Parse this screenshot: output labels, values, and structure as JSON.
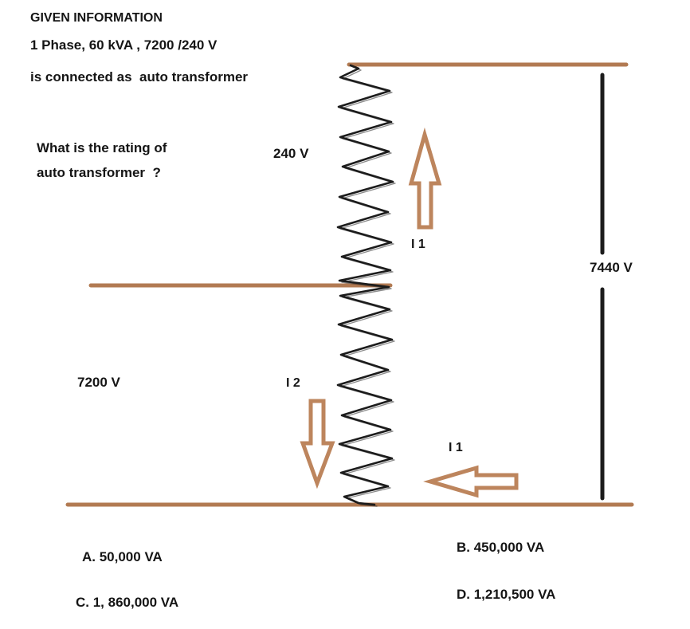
{
  "given": {
    "title": "GIVEN INFORMATION",
    "spec": "1 Phase, 60 kVA , 7200 /240 V",
    "connection": "is connected as  auto transformer"
  },
  "question": {
    "line1": "What is the rating of",
    "line2": "auto transformer  ?"
  },
  "labels": {
    "series_winding_voltage": "240 V",
    "current_top": "I 1",
    "output_voltage": "7440 V",
    "input_voltage": "7200 V",
    "current_secondary": "I 2",
    "current_bottom": "I 1"
  },
  "choices": [
    "A. 50,000 VA",
    "B. 450,000 VA",
    "C. 1, 860,000 VA",
    "D. 1,210,500 VA"
  ],
  "colors": {
    "wire_brown": "#b27a52",
    "arrow_brown": "#bd855d",
    "ink_black": "#1c1c1c"
  }
}
